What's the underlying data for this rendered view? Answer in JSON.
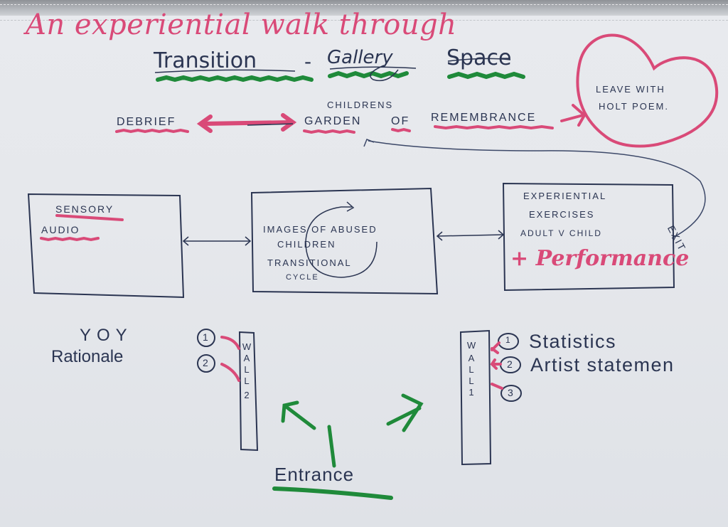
{
  "colors": {
    "paper": "#e6e8ec",
    "navy_ink": "#2b3552",
    "pink_marker": "#d94a78",
    "green_marker": "#1f8a3a"
  },
  "title": "An experiential walk through",
  "subtitle": {
    "part1": "Transition",
    "separator": "-",
    "part2": "Gallery",
    "part3": "Space"
  },
  "top_flow": {
    "debrief": "DEBRIEF",
    "garden_line1": "CHILDRENS",
    "garden_line2a": "GARDEN",
    "garden_line2b": "OF",
    "garden_line2c": "REMEMBRANCE",
    "heart_line1": "LEAVE WITH",
    "heart_line2": "HOLT POEM."
  },
  "rooms": [
    {
      "lines": [
        "SENSORY",
        "AUDIO"
      ]
    },
    {
      "lines": [
        "IMAGES OF ABUSED",
        "CHILDREN",
        "TRANSITIONAL",
        "CYCLE"
      ]
    },
    {
      "lines": [
        "EXPERIENTIAL",
        "EXERCISES",
        "ADULT V CHILD"
      ],
      "highlight": "+ Performance"
    }
  ],
  "exit_label": "EXIT",
  "left_notes": {
    "line1": "YOY",
    "line2": "Rationale"
  },
  "wall2": {
    "letters": [
      "W",
      "A",
      "L",
      "L",
      "2"
    ],
    "markers": [
      "1",
      "2"
    ]
  },
  "wall1": {
    "letters": [
      "W",
      "A",
      "L",
      "L",
      "1"
    ],
    "markers": [
      "1",
      "2",
      "3"
    ],
    "labels": [
      "Statistics",
      "Artist statemen"
    ]
  },
  "entrance": "Entrance"
}
